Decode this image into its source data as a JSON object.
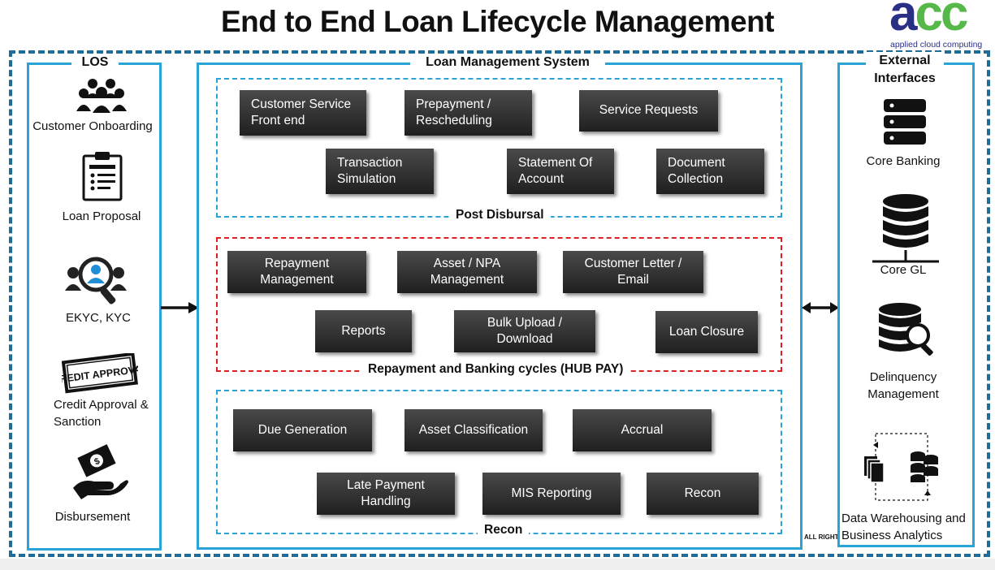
{
  "title": "End to End Loan Lifecycle Management",
  "logo": {
    "word": "acc",
    "tagline": "applied cloud computing",
    "colors": {
      "a": "#2a2f86",
      "cc": "#55b848"
    }
  },
  "colors": {
    "outer_border": "#1f6c94",
    "panel_border": "#2aa3d6",
    "red_section": "#e02020",
    "box_dark": "#2b2b2b"
  },
  "los": {
    "title": "LOS",
    "items": [
      {
        "label": "Customer Onboarding",
        "icon": "people-group-icon"
      },
      {
        "label": "Loan Proposal",
        "icon": "clipboard-icon"
      },
      {
        "label": "EKYC, KYC",
        "icon": "person-search-icon"
      },
      {
        "label": "Credit Approval & Sanction",
        "icon": "credit-approval-stamp-icon",
        "stamp": "CREDIT APPROVAL"
      },
      {
        "label": "Disbursement",
        "icon": "hand-money-icon"
      }
    ]
  },
  "lms": {
    "title": "Loan Management System",
    "post_disbursal": {
      "label": "Post Disbursal",
      "items": [
        "Customer Service Front end",
        "Prepayment / Rescheduling",
        "Service Requests",
        "Transaction Simulation",
        "Statement Of Account",
        "Document Collection"
      ]
    },
    "repayment": {
      "label": "Repayment and Banking cycles (HUB PAY)",
      "items": [
        "Repayment Management",
        "Asset / NPA Management",
        "Customer Letter / Email",
        "Reports",
        "Bulk Upload / Download",
        "Loan Closure"
      ]
    },
    "recon": {
      "label": "Recon",
      "items": [
        "Due Generation",
        "Asset Classification",
        "Accrual",
        "Late Payment Handling",
        "MIS Reporting",
        "Recon"
      ]
    }
  },
  "external": {
    "title": "External Interfaces",
    "items": [
      {
        "label": "Core Banking",
        "icon": "database-icon"
      },
      {
        "label": "Core GL",
        "icon": "database-network-icon"
      },
      {
        "label": "Delinquency Management",
        "icon": "database-search-icon"
      },
      {
        "label": "Data Warehousing and Business Analytics",
        "icon": "data-warehouse-icon"
      }
    ]
  },
  "footer_text": "ALL RIGHTS"
}
